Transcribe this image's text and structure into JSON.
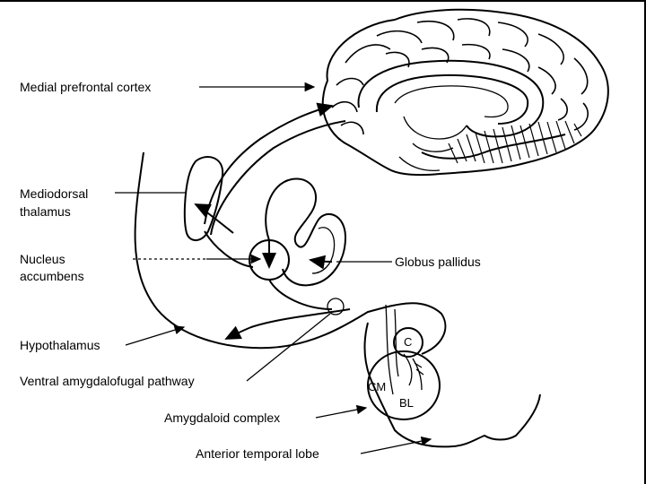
{
  "labels": {
    "medial_prefrontal_cortex": "Medial prefrontal cortex",
    "mediodorsal_thalamus_line1": "Mediodorsal",
    "mediodorsal_thalamus_line2": "thalamus",
    "nucleus_accumbens_line1": "Nucleus",
    "nucleus_accumbens_line2": "accumbens",
    "globus_pallidus": "Globus pallidus",
    "hypothalamus": "Hypothalamus",
    "ventral_amygdalofugal_pathway": "Ventral amygdalofugal pathway",
    "amygdaloid_complex": "Amygdaloid complex",
    "anterior_temporal_lobe": "Anterior temporal lobe"
  },
  "regions": {
    "cm": "CM",
    "bl": "BL",
    "c": "C"
  },
  "colors": {
    "ink": "#000000",
    "background": "#ffffff"
  }
}
